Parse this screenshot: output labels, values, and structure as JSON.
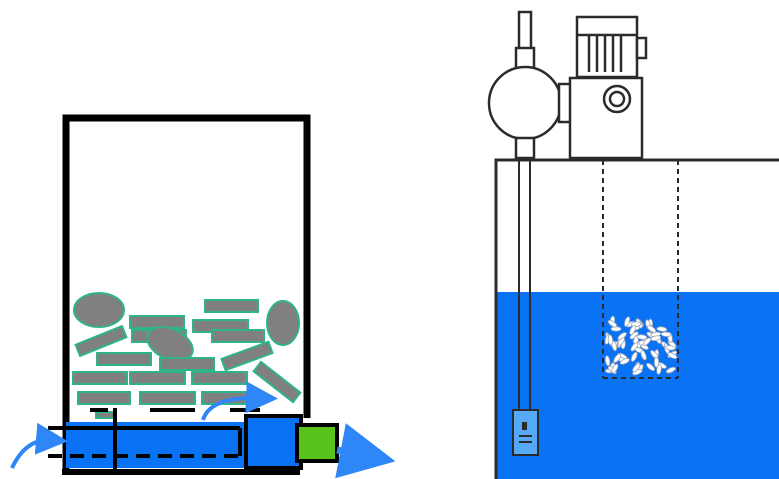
{
  "figure": {
    "panels": [
      {
        "name": "salt-dissolver-cross-section"
      },
      {
        "name": "brine-tank-with-dosing-pump"
      }
    ],
    "colors": {
      "outline": "#000000",
      "water": "#0a72f5",
      "flow_arrow": "#2f86f6",
      "salt_block_fill": "#808080",
      "salt_block_edge": "#2fb38a",
      "outlet_valve": "#56c21a",
      "pump_outline": "#2b2b2b",
      "salt_pellets": "#ffffff",
      "sensor_probe": "#55aaf7"
    },
    "left_panel": {
      "salt_blocks": 20,
      "flow_arrows": [
        "inlet-curved-arrow",
        "internal-curved-arrow",
        "outlet-arrow"
      ]
    },
    "right_panel": {
      "fill_level": 0.66,
      "components": [
        "dosing-pump-head",
        "motor",
        "suction-tube",
        "float-switch",
        "salt-basket"
      ]
    }
  }
}
